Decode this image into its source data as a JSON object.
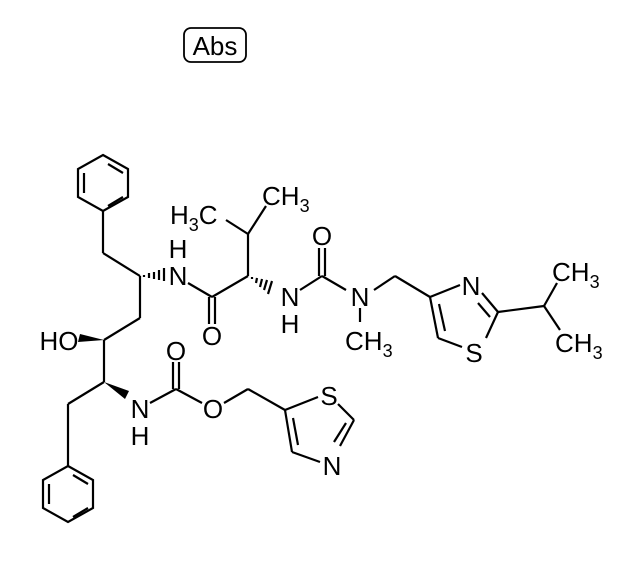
{
  "diagram": {
    "type": "chemical-structure",
    "compound_hint": "ritonavir",
    "stereo_label": "Abs",
    "atom_labels": {
      "hydroxyl": "HO",
      "amide_nh_1": {
        "N": "N",
        "H": "H"
      },
      "amide_o_1": "O",
      "isopropyl_left_methyl": {
        "main": "H",
        "sub": "3",
        "tail": "C"
      },
      "isopropyl_right_methyl": {
        "main": "CH",
        "sub": "3"
      },
      "amide_nh_2": {
        "N": "N",
        "H": "H"
      },
      "urea_o": "O",
      "urea_n": "N",
      "n_methyl": {
        "main": "CH",
        "sub": "3"
      },
      "thiazole1_n": "N",
      "thiazole1_s": "S",
      "thiazole1_ipr_methyl_top": {
        "main": "CH",
        "sub": "3"
      },
      "thiazole1_ipr_methyl_bottom": {
        "main": "CH",
        "sub": "3"
      },
      "carbamate_nh": {
        "N": "N",
        "H": "H"
      },
      "carbamate_o_carbonyl": "O",
      "carbamate_o_ester": "O",
      "thiazole2_s": "S",
      "thiazole2_n": "N"
    }
  }
}
